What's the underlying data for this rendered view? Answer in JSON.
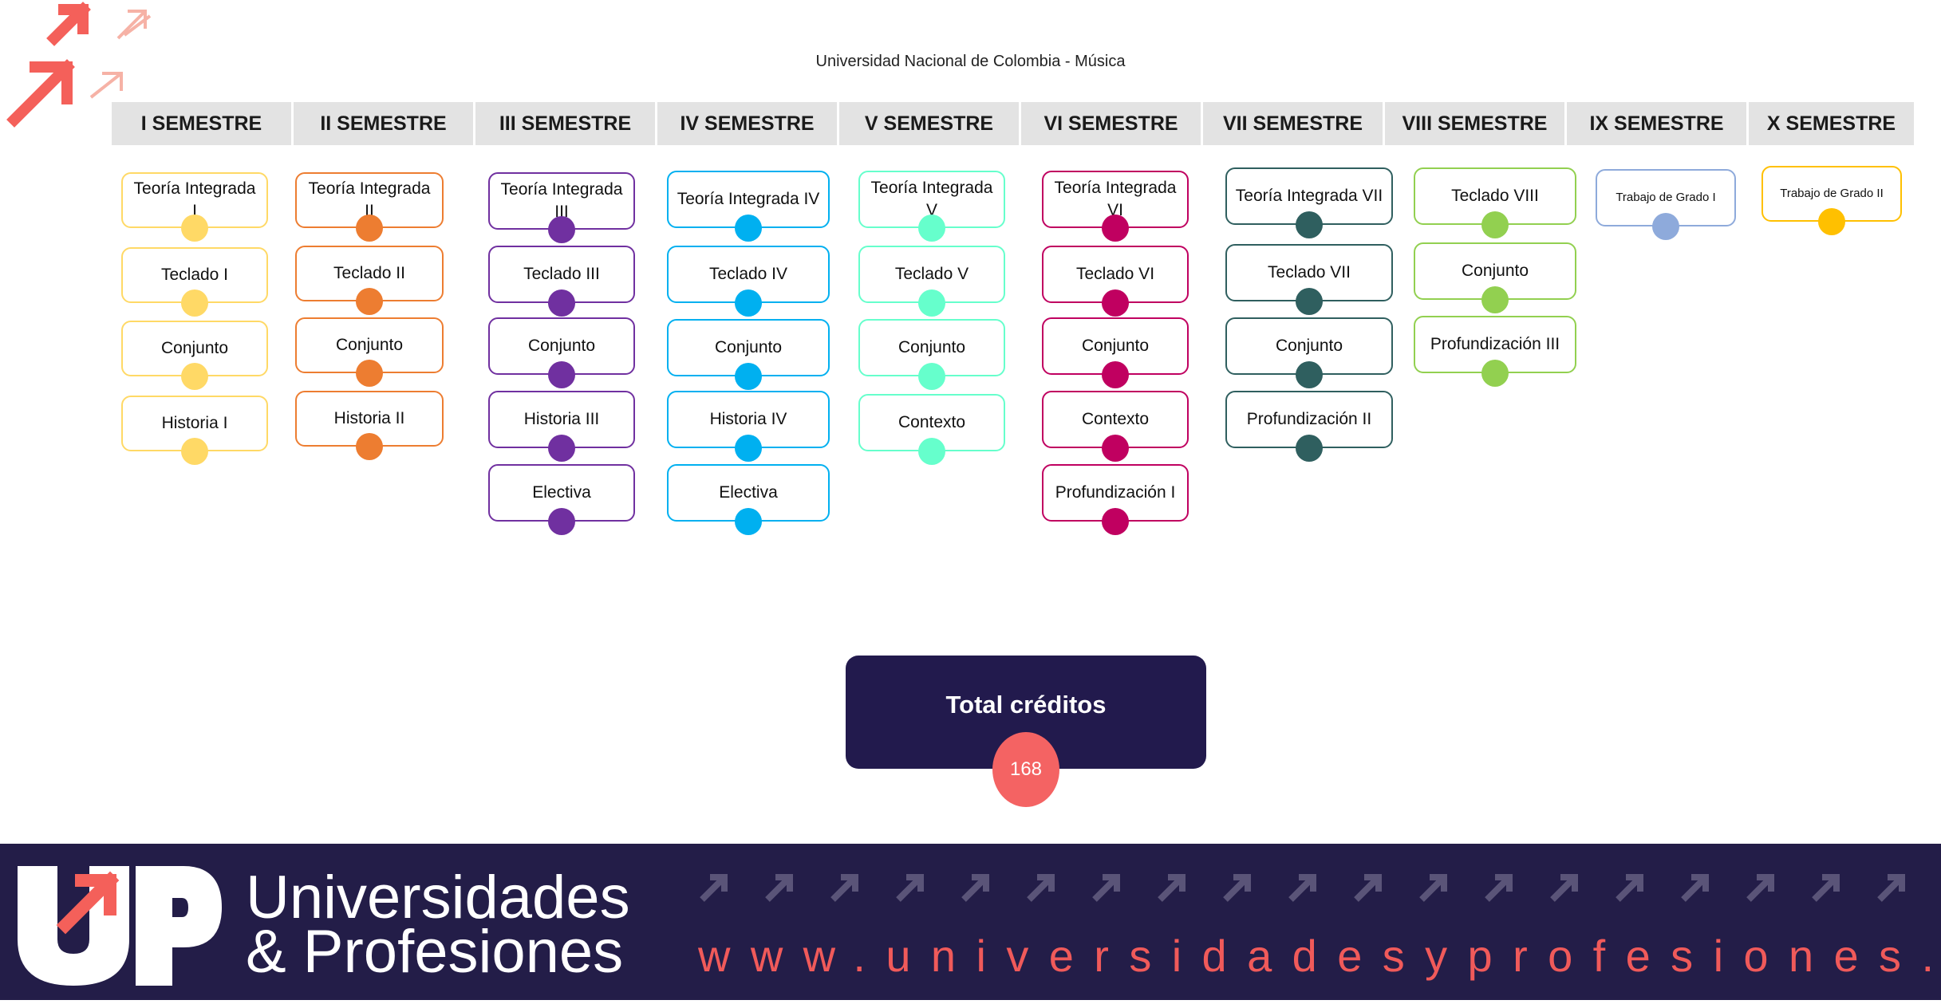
{
  "title": "Universidad Nacional de Colombia -  Música",
  "semesters": [
    {
      "label": "I SEMESTRE",
      "color": "#ffd966",
      "courses": [
        "Teoría Integrada I",
        "Teclado I",
        "Conjunto",
        "Historia I"
      ]
    },
    {
      "label": "II SEMESTRE",
      "color": "#ed7d31",
      "courses": [
        "Teoría Integrada II",
        "Teclado II",
        "Conjunto",
        "Historia II"
      ]
    },
    {
      "label": "III SEMESTRE",
      "color": "#7030a0",
      "courses": [
        "Teoría Integrada III",
        "Teclado III",
        "Conjunto",
        "Historia III",
        "Electiva"
      ]
    },
    {
      "label": "IV SEMESTRE",
      "color": "#00b0f0",
      "courses": [
        "Teoría Integrada IV",
        "Teclado IV",
        "Conjunto",
        "Historia IV",
        "Electiva"
      ]
    },
    {
      "label": "V SEMESTRE",
      "color": "#66ffcc",
      "courses": [
        "Teoría Integrada V",
        "Teclado V",
        "Conjunto",
        "Contexto"
      ]
    },
    {
      "label": "VI SEMESTRE",
      "color": "#c00060",
      "courses": [
        "Teoría Integrada VI",
        "Teclado VI",
        "Conjunto",
        "Contexto",
        "Profundización I"
      ]
    },
    {
      "label": "VII SEMESTRE",
      "color": "#2f5f5f",
      "courses": [
        "Teoría Integrada VII",
        "Teclado VII",
        "Conjunto",
        "Profundización II"
      ]
    },
    {
      "label": "VIII SEMESTRE",
      "color": "#92d050",
      "courses": [
        "Teclado VIII",
        "Conjunto",
        "Profundización III"
      ]
    },
    {
      "label": "IX SEMESTRE",
      "color": "#8eaadb",
      "courses": [
        "Trabajo de Grado I"
      ]
    },
    {
      "label": "X SEMESTRE",
      "color": "#ffc000",
      "courses": [
        "Trabajo de Grado II"
      ]
    }
  ],
  "total": {
    "label": "Total créditos",
    "value": "168"
  },
  "footer": {
    "brand_line1": "Universidades",
    "brand_line2": "& Profesiones",
    "url": "www.universidadesyprofesiones.com",
    "logo_text": "UP"
  },
  "colors": {
    "footer_bg": "#231d48",
    "accent": "#f05a5a",
    "total_box": "#221a4d"
  }
}
